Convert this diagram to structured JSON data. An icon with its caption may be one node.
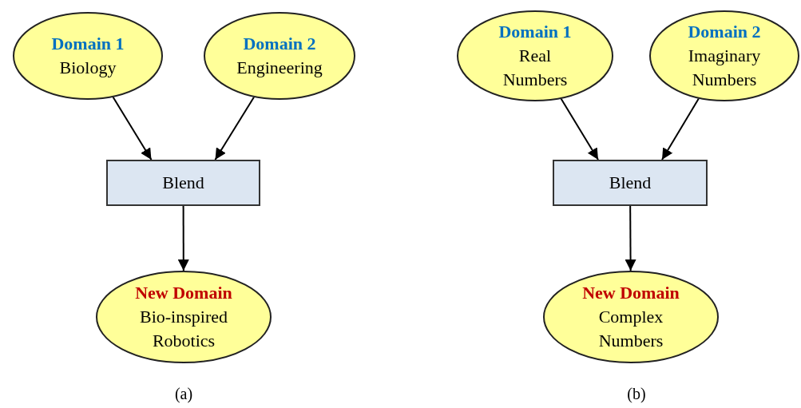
{
  "diagram": {
    "nodes": [
      {
        "text": [
          "Domain 1",
          "Biology"
        ]
      },
      {
        "text": [
          "Domain 2",
          "Engineering"
        ]
      },
      {
        "text": [
          "Blend"
        ]
      },
      {
        "text": [
          "New Domain",
          "Bio-inspired Robotics"
        ]
      },
      {
        "text": [
          "Domain 1",
          "Real Numbers"
        ]
      },
      {
        "text": [
          "Domain 2",
          "Imaginary Numbers"
        ]
      },
      {
        "text": [
          "Blend"
        ]
      },
      {
        "text": [
          "New Domain",
          "Complex Numbers"
        ]
      }
    ],
    "edges": [
      {
        "from": 0,
        "to": 2,
        "arrow": "to"
      },
      {
        "from": 1,
        "to": 2,
        "arrow": "to"
      },
      {
        "from": 2,
        "to": 3,
        "arrow": "to"
      },
      {
        "from": 4,
        "to": 6,
        "arrow": "to"
      },
      {
        "from": 5,
        "to": 6,
        "arrow": "to"
      },
      {
        "from": 6,
        "to": 7,
        "arrow": "to"
      }
    ],
    "labels": [
      "(a)",
      "(b)"
    ]
  }
}
